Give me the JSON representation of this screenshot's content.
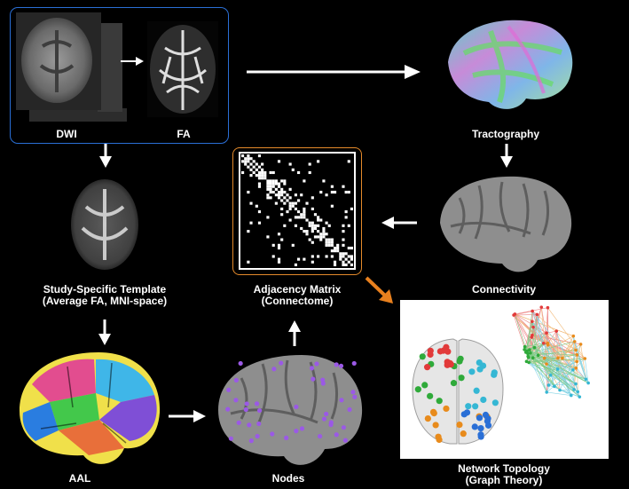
{
  "labels": {
    "dwi": "DWI",
    "fa": "FA",
    "tractography": "Tractography",
    "connectivity": "Connectivity",
    "template_line1": "Study-Specific Template",
    "template_line2": "(Average FA, MNI-space)",
    "adjacency_line1": "Adjacency Matrix",
    "adjacency_line2": "(Connectome)",
    "network_line1": "Network Topology",
    "network_line2": "(Graph Theory)",
    "aal": "AAL",
    "nodes": "Nodes"
  },
  "colors": {
    "background": "#000000",
    "dwi_box_border": "#2a6fd6",
    "matrix_box_border": "#e58a2b",
    "highlight_arrow": "#e8801e",
    "arrow": "#ffffff"
  },
  "icons": [
    "dwi-scan-image",
    "fa-map-image",
    "tractography-brain-image",
    "connectivity-brain-image",
    "average-fa-template-image",
    "adjacency-matrix-image",
    "network-topology-image",
    "aal-atlas-brain-image",
    "nodes-brain-image"
  ]
}
